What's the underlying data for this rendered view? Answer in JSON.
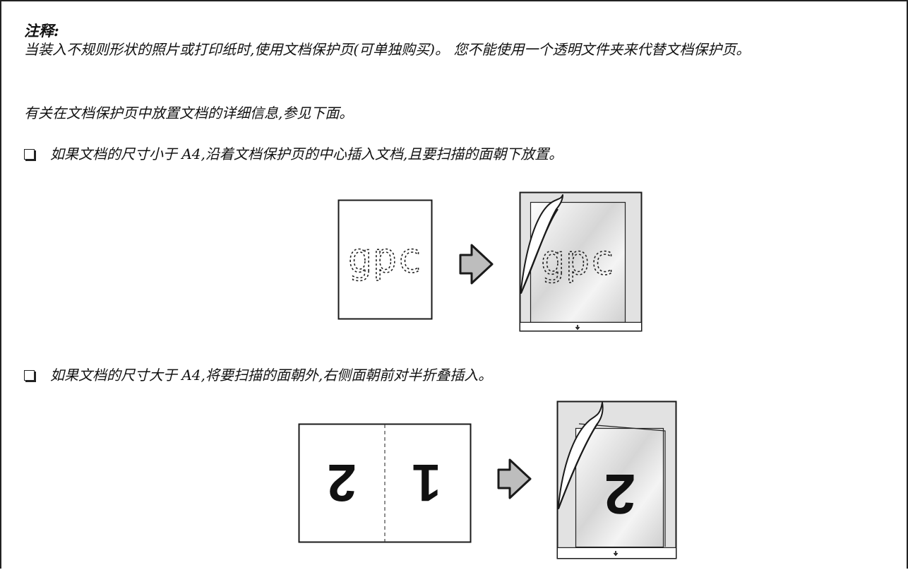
{
  "note": {
    "title": "注释:",
    "paragraph1": "当装入不规则形状的照片或打印纸时,使用文档保护页(可单独购买)。 您不能使用一个透明文件夹来代替文档保护页。",
    "paragraph2": "有关在文档保护页中放置文档的详细信息,参见下面。"
  },
  "bullets": [
    {
      "text": "如果文档的尺寸小于 A4,沿着文档保护页的中心插入文档,且要扫描的面朝下放置。"
    },
    {
      "text": "如果文档的尺寸大于 A4,将要扫描的面朝外,右侧面朝前对半折叠插入。"
    }
  ],
  "figures": {
    "figure1": {
      "document_text": "gpc"
    },
    "figure2": {
      "left_page_number": "2",
      "right_page_number": "1",
      "sheet_page_number": "2"
    }
  },
  "colors": {
    "arrow_fill": "#bdbdbd",
    "sheet_gray": "#e2e2e2",
    "stroke": "#1a1a1a"
  }
}
